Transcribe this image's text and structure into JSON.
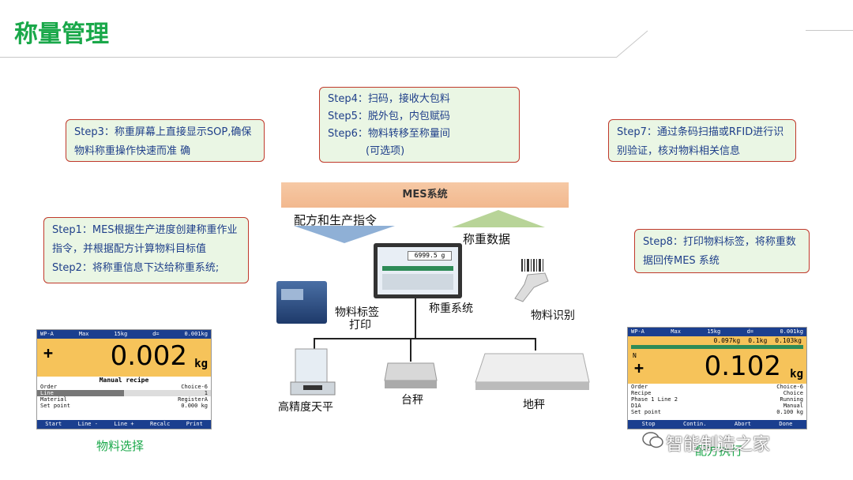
{
  "title": "称量管理",
  "steps": {
    "step3": [
      "Step3：称重屏幕上直接显示SOP,确保",
      "物料称重操作快速而准 确"
    ],
    "step456": [
      "Step4：扫码，接收大包料",
      "Step5：脱外包，内包赋码",
      "Step6：物料转移至称量间",
      "(可选项)"
    ],
    "step7": [
      "Step7：通过条码扫描或RFID进行识",
      "别验证，核对物料相关信息"
    ],
    "step12": [
      "Step1：MES根据生产进度创建称重作业",
      "指令，并根据配方计算物料目标值",
      "Step2：将称重信息下达给称重系统;"
    ],
    "step8": [
      "Step8：打印物料标签，将称重数",
      "据回传MES 系统"
    ]
  },
  "mes_label": "MES系统",
  "arrows": {
    "down": "配方和生产指令",
    "up": "称重数据"
  },
  "devices": {
    "printer": [
      "物料标签",
      "打印"
    ],
    "terminal": "称重系统",
    "scanner": "物料识别",
    "balance": "高精度天平",
    "bench": "台秤",
    "floor": "地秤",
    "terminal_reading": "6999.5 g"
  },
  "left_panel": {
    "caption": "物料选择",
    "header": [
      "WP-A",
      "Max",
      "15kg",
      "d=",
      "0.001kg"
    ],
    "value": "0.002",
    "unit": "kg",
    "sign": "+",
    "section": "Manual recipe",
    "rows": [
      [
        "Order",
        "Choice-6"
      ],
      [
        "Line",
        "1"
      ],
      [
        "Material",
        "RegisterA"
      ],
      [
        "Set point",
        "0.000 kg"
      ]
    ],
    "buttons": [
      "Start",
      "Line -",
      "Line +",
      "Recalc",
      "Print"
    ]
  },
  "right_panel": {
    "caption": "配方执行",
    "header": [
      "WP-A",
      "Max",
      "15kg",
      "d=",
      "0.001kg"
    ],
    "tolerances": [
      "0.097kg",
      "0.1kg",
      "0.103kg"
    ],
    "value": "0.102",
    "unit": "kg",
    "sign": "+",
    "n": "N",
    "rows": [
      [
        "Order",
        "Choice-6"
      ],
      [
        "Recipe",
        "Choice"
      ],
      [
        "Phase 1  Line 2",
        "Running"
      ],
      [
        "D1A",
        "Manual"
      ],
      [
        "Set point",
        "0.100 kg"
      ]
    ],
    "buttons": [
      "Stop",
      "Contin.",
      "Abort",
      "Done"
    ]
  },
  "watermark": "智能制造之家"
}
